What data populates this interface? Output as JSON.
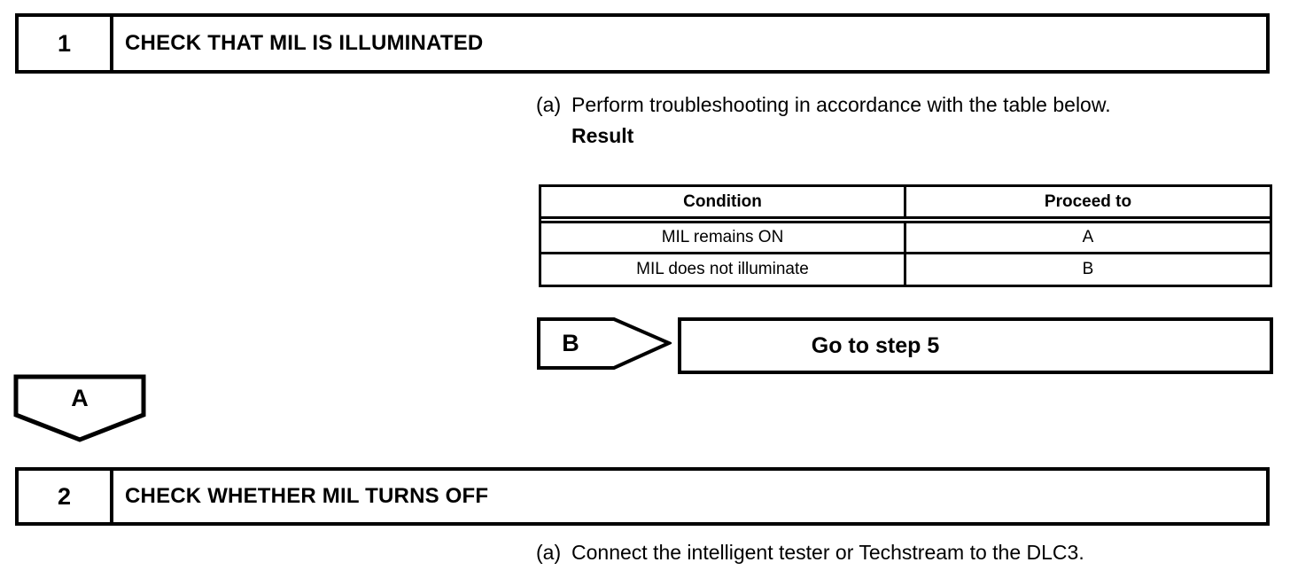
{
  "page": {
    "ink_color": "#000000",
    "paper_color": "#ffffff"
  },
  "steps": [
    {
      "number": "1",
      "title": "CHECK THAT MIL IS ILLUMINATED",
      "instruction_label": "(a)",
      "instruction": "Perform troubleshooting in accordance with the table below.",
      "result_label": "Result",
      "result_table": {
        "headers": [
          "Condition",
          "Proceed to"
        ],
        "rows": [
          {
            "condition": "MIL remains ON",
            "proceed_to": "A"
          },
          {
            "condition": "MIL does not illuminate",
            "proceed_to": "B"
          }
        ]
      },
      "branch": {
        "label": "B",
        "action": "Go to step 5"
      },
      "continue_connector": {
        "label": "A"
      }
    },
    {
      "number": "2",
      "title": "CHECK WHETHER MIL TURNS OFF",
      "instruction_label": "(a)",
      "instruction": "Connect the intelligent tester or Techstream to the DLC3."
    }
  ]
}
